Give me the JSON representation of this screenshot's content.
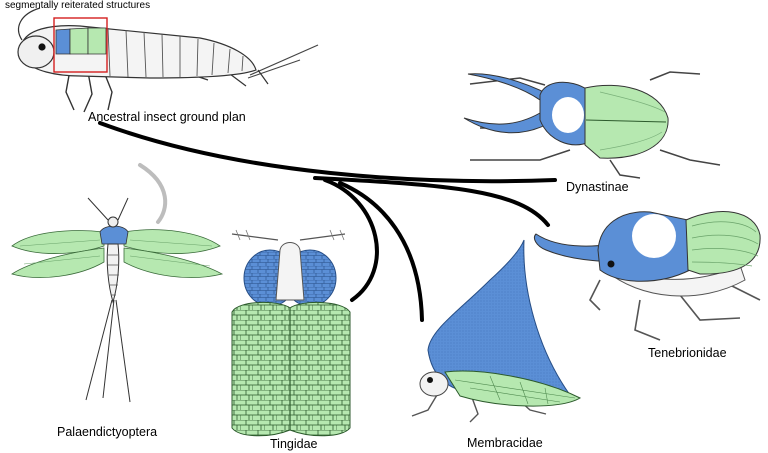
{
  "header_note": "segmentally reiterated structures",
  "root_label": "Ancestral insect ground plan",
  "taxa": {
    "dynastinae": "Dynastinae",
    "tenebrionidae": "Tenebrionidae",
    "membracidae": "Membracidae",
    "tingidae": "Tingidae",
    "palaeodictyoptera": "Palaendictyoptera"
  },
  "colors": {
    "pronotum_blue": "#5b8fd6",
    "wing_green": "#b6e8b0",
    "branch_black": "#000000",
    "extinct_branch_gray": "#bdbdbd",
    "highlight_box_red": "#d42020"
  }
}
